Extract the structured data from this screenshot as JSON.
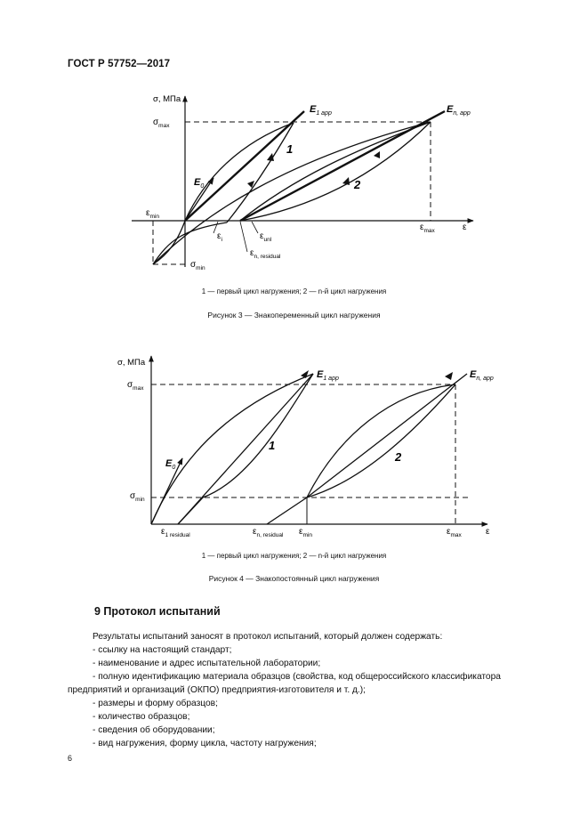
{
  "header": {
    "standard": "ГОСТ Р 57752—2017"
  },
  "figure3": {
    "y_axis_label": "σ, МПа",
    "x_axis_label": "ε",
    "sigma_max": "σ",
    "sigma_max_sub": "max",
    "sigma_min": "σ",
    "sigma_min_sub": "min",
    "eps_min": "ε",
    "eps_min_sub": "min",
    "eps_max": "ε",
    "eps_max_sub": "max",
    "E1_main": "E",
    "E1_sub": "1 app",
    "En_main": "E",
    "En_sub": "n, app",
    "E0_main": "E",
    "E0_sub": "0",
    "eps_i_main": "ε",
    "eps_i_sub": "i",
    "eps_unl_main": "ε",
    "eps_unl_sub": "unl",
    "eps_residual_main": "ε",
    "eps_residual_sub": "n, residual",
    "curve1": "1",
    "curve2": "2",
    "legend": "1 — первый цикл нагружения; 2 — n-й цикл нагружения",
    "caption": "Рисунок 3 — Знакопеременный цикл нагружения"
  },
  "figure4": {
    "y_axis_label": "σ, МПа",
    "x_axis_label": "ε",
    "sigma_max": "σ",
    "sigma_max_sub": "max",
    "sigma_min": "σ",
    "sigma_min_sub": "min",
    "E1_main": "E",
    "E1_sub": "1 app",
    "En_main": "E",
    "En_sub": "n, app",
    "E0_main": "E",
    "E0_sub": "0",
    "eps1_res_main": "ε",
    "eps1_res_sub": "1 residual",
    "epsn_res_main": "ε",
    "epsn_res_sub": "n, residual",
    "eps_min_main": "ε",
    "eps_min_sub": "min",
    "eps_max_main": "ε",
    "eps_max_sub": "max",
    "curve1": "1",
    "curve2": "2",
    "legend": "1 — первый цикл нагружения; 2 — n-й цикл нагружения",
    "caption": "Рисунок 4 — Знакопостоянный цикл нагружения"
  },
  "section": {
    "title": "9  Протокол испытаний",
    "lines": [
      "Результаты испытаний заносят в протокол испытаний, который должен содержать:",
      "- ссылку на настоящий стандарт;",
      "- наименование и адрес испытательной лаборатории;",
      "- полную идентификацию материала образцов (свойства, код общероссийского классификатора",
      "предприятий и организаций (ОКПО) предприятия-изготовителя и т. д.);",
      "- размеры и форму образцов;",
      "- количество образцов;",
      "- сведения об оборудовании;",
      "- вид нагружения, форму цикла, частоту нагружения;"
    ]
  },
  "page_number": "6"
}
